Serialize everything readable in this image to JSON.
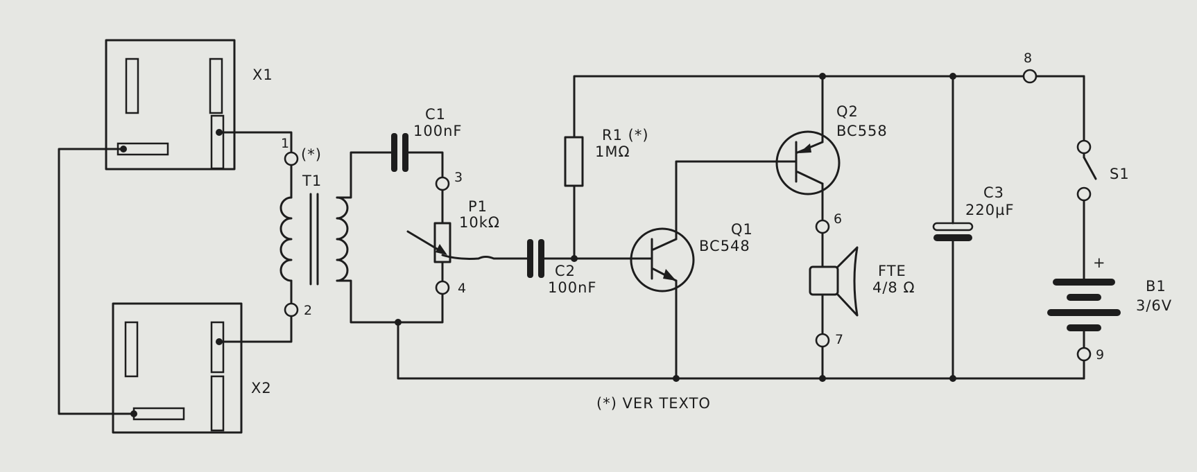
{
  "labels": {
    "x1": "X1",
    "x2": "X2",
    "t1": "T1",
    "t1_note": "(*)",
    "c1_name": "C1",
    "c1_value": "100nF",
    "c2_name": "C2",
    "c2_value": "100nF",
    "c3_name": "C3",
    "c3_value": "220µF",
    "p1_name": "P1",
    "p1_value": "10kΩ",
    "r1_name": "R1 (*)",
    "r1_value": "1MΩ",
    "q1_name": "Q1",
    "q1_value": "BC548",
    "q2_name": "Q2",
    "q2_value": "BC558",
    "fte_name": "FTE",
    "fte_value": "4/8 Ω",
    "s1": "S1",
    "b1_name": "B1",
    "b1_value": "3/6V",
    "b1_plus": "+",
    "footnote": "(*) VER TEXTO"
  },
  "terminals": {
    "t1": "1",
    "t2": "2",
    "t3": "3",
    "t4": "4",
    "t6": "6",
    "t7": "7",
    "t8": "8",
    "t9": "9"
  }
}
